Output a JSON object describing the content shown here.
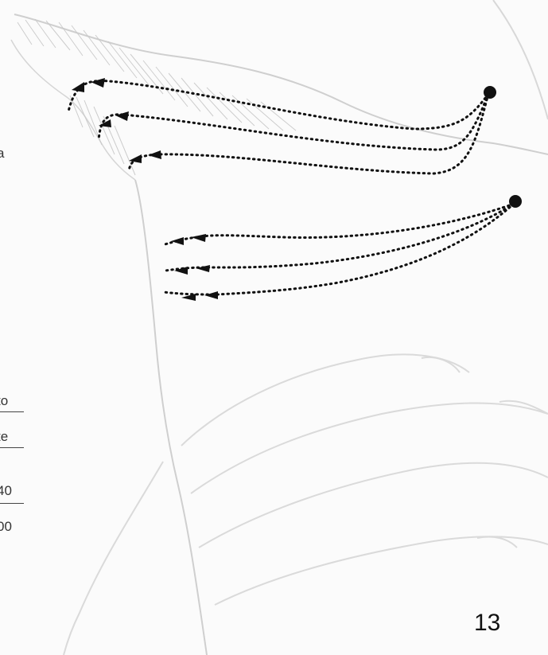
{
  "page": {
    "page_number": "13"
  },
  "left_fragments": [
    {
      "text": "a"
    },
    {
      "text": "to"
    },
    {
      "text": "te"
    },
    {
      "text": "40"
    },
    {
      "text": "00"
    }
  ],
  "illustration": {
    "markers": [
      {
        "name": "upper-start-marker"
      },
      {
        "name": "lower-start-marker"
      }
    ],
    "paths": [
      {
        "name": "upper-shave-path-1"
      },
      {
        "name": "upper-shave-path-2"
      },
      {
        "name": "upper-shave-path-3"
      },
      {
        "name": "lower-shave-path-1"
      },
      {
        "name": "lower-shave-path-2"
      },
      {
        "name": "lower-shave-path-3"
      }
    ]
  }
}
